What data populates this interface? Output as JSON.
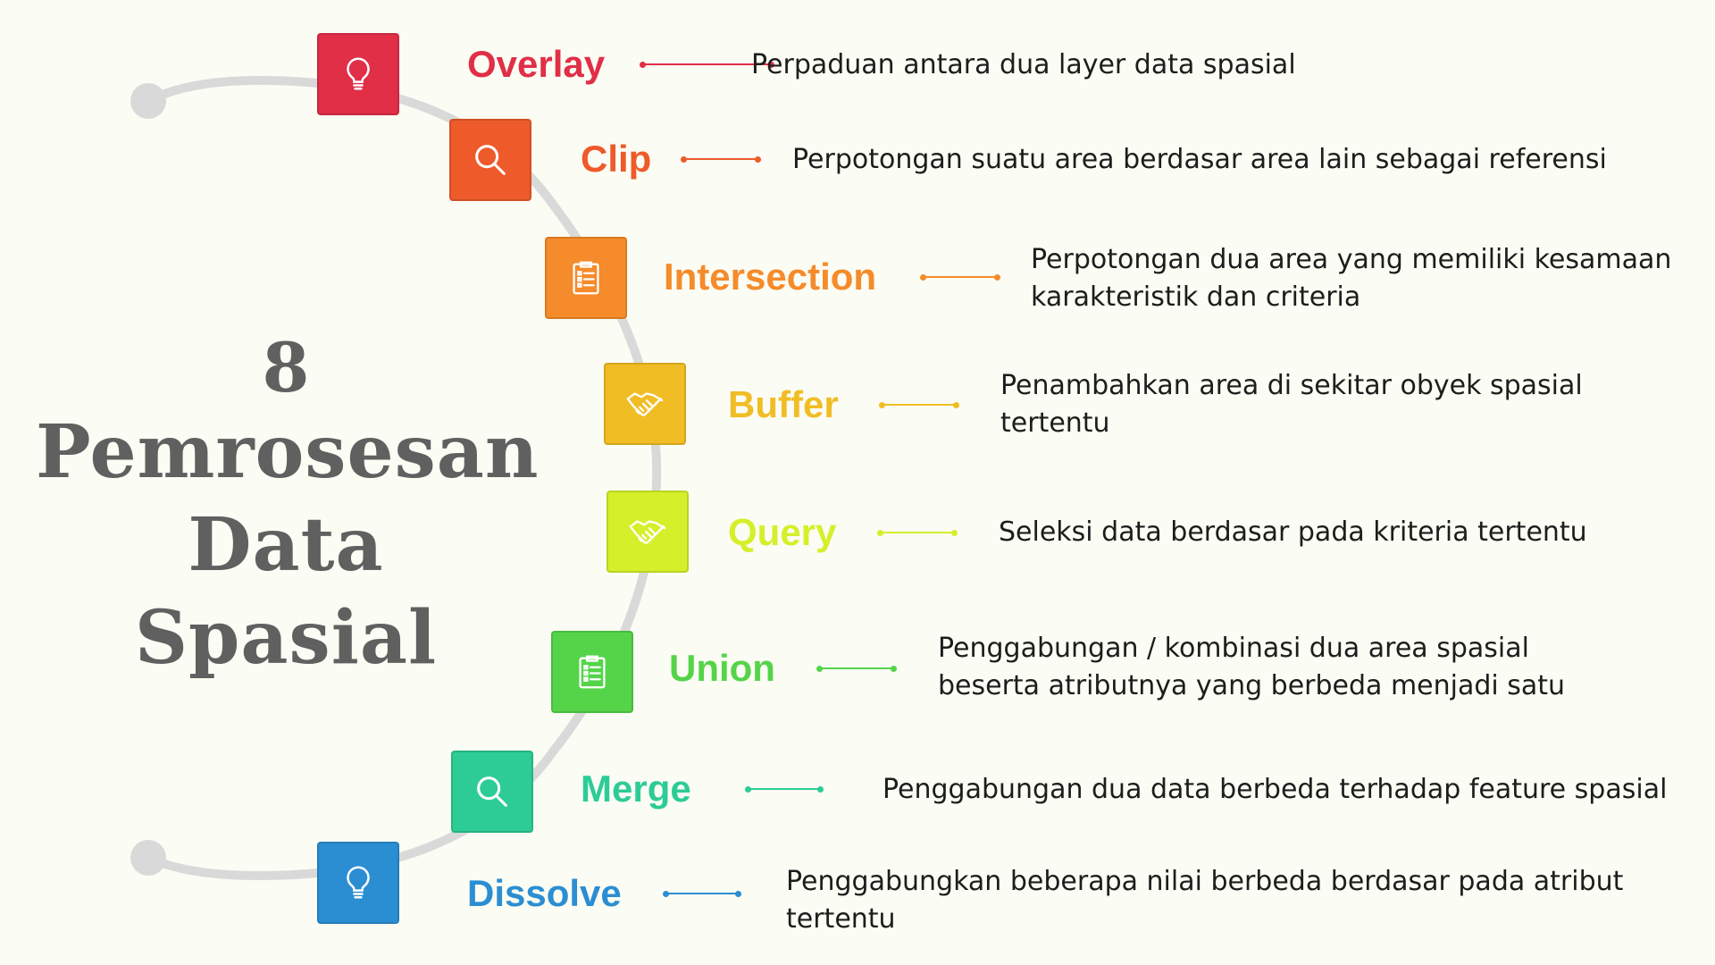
{
  "title": {
    "number": "8",
    "line1": "Pemrosesan",
    "line2": "Data Spasial"
  },
  "steps": [
    {
      "name": "Overlay",
      "desc": "Perpaduan antara dua layer data spasial",
      "color": "#e02f47",
      "icon": "lightbulb-icon"
    },
    {
      "name": "Clip",
      "desc": "Perpotongan suatu area berdasar area lain sebagai referensi",
      "color": "#ee5a2a",
      "icon": "search-icon"
    },
    {
      "name": "Intersection",
      "desc": "Perpotongan dua area yang memiliki kesamaan karakteristik dan criteria",
      "color": "#f58b2a",
      "icon": "clipboard-icon"
    },
    {
      "name": "Buffer",
      "desc": "Penambahkan area di sekitar obyek spasial tertentu",
      "color": "#f1bd25",
      "icon": "handshake-icon"
    },
    {
      "name": "Query",
      "desc": "Seleksi data berdasar pada kriteria tertentu",
      "color": "#d5ef2a",
      "icon": "handshake-icon"
    },
    {
      "name": "Union",
      "desc": "Penggabungan / kombinasi dua area spasial beserta atributnya yang berbeda menjadi satu",
      "color": "#55d44a",
      "icon": "clipboard-icon"
    },
    {
      "name": "Merge",
      "desc": "Penggabungan dua data berbeda terhadap feature spasial",
      "color": "#2dcc97",
      "icon": "search-icon"
    },
    {
      "name": "Dissolve",
      "desc": "Penggabungkan beberapa nilai berbeda berdasar pada atribut tertentu",
      "color": "#2b8ed3",
      "icon": "lightbulb-icon"
    }
  ]
}
